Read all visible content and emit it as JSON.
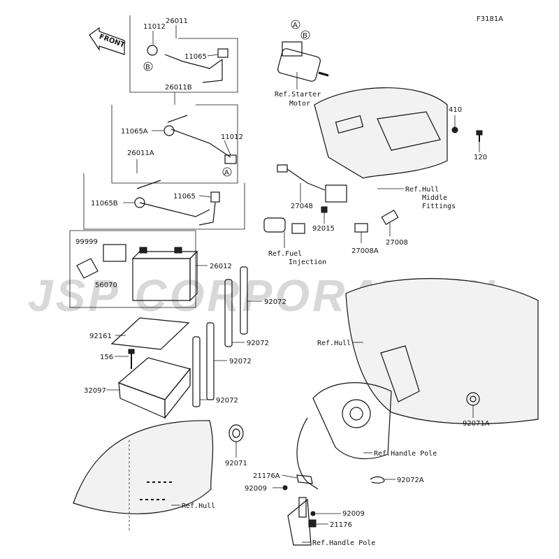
{
  "figure_code": "F3181A",
  "watermark": "JSP CORPORATION",
  "direction_arrow": "FRONT",
  "callouts": {
    "a": "A",
    "b": "B"
  },
  "parts": [
    "26011",
    "11012",
    "11065",
    "26011B",
    "11065A",
    "11012",
    "26011A",
    "11065",
    "11065B",
    "99999",
    "56070",
    "26012",
    "92072",
    "92161",
    "92072",
    "156",
    "92072",
    "32097",
    "92072",
    "92071",
    "410",
    "120",
    "27048",
    "92015",
    "27008A",
    "27008",
    "92071A",
    "21176A",
    "92009",
    "92009",
    "21176",
    "92072A"
  ],
  "references": {
    "starter_motor": [
      "Ref.Starter",
      "Motor"
    ],
    "hull_middle_fittings": [
      "Ref.Hull",
      "Middle",
      "Fittings"
    ],
    "fuel_injection": [
      "Ref.Fuel",
      "Injection"
    ],
    "hull_right": "Ref.Hull",
    "handle_pole_upper": "Ref.Handle Pole",
    "hull_bottom": "Ref.Hull",
    "handle_pole_lower": "Ref.Handle Pole"
  }
}
